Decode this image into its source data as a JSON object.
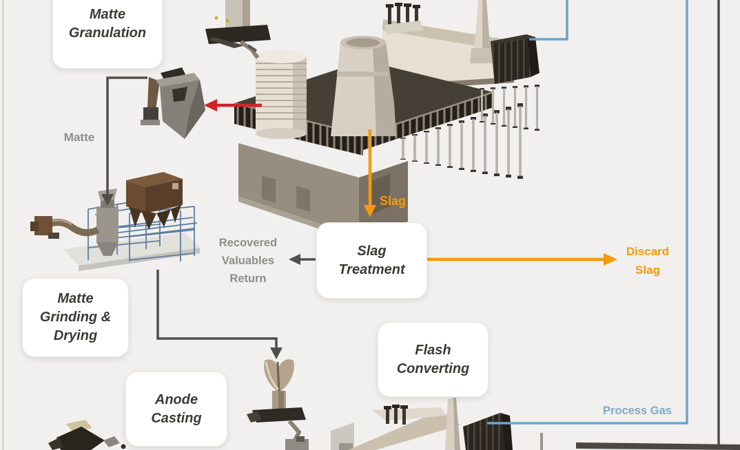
{
  "process_boxes": {
    "matte_granulation": {
      "lines": [
        "Matte",
        "Granulation"
      ]
    },
    "matte_grinding_drying": {
      "lines": [
        "Matte",
        "Grinding &",
        "Drying"
      ]
    },
    "anode_casting": {
      "lines": [
        "Anode",
        "Casting"
      ]
    },
    "slag_treatment": {
      "lines": [
        "Slag",
        "Treatment"
      ]
    },
    "flash_converting": {
      "lines": [
        "Flash",
        "Converting"
      ]
    }
  },
  "flow_labels": {
    "matte": "Matte",
    "slag": "Slag",
    "recovered_valuables": {
      "lines": [
        "Recovered",
        "Valuables",
        "Return"
      ]
    },
    "discard_slag": {
      "lines": [
        "Discard",
        "Slag"
      ]
    },
    "process_gas": "Process Gas"
  },
  "colors": {
    "background": "#F1F0EE",
    "slag_orange": "#F49A0D",
    "process_gas_blue": "#6EA3C6",
    "process_gas_text_blue": "#7FA9C9",
    "matte_red": "#D42128",
    "flow_dark": "#504E4A",
    "annotation_gray": "#8F8D87",
    "box_text": "#3A3A37"
  }
}
